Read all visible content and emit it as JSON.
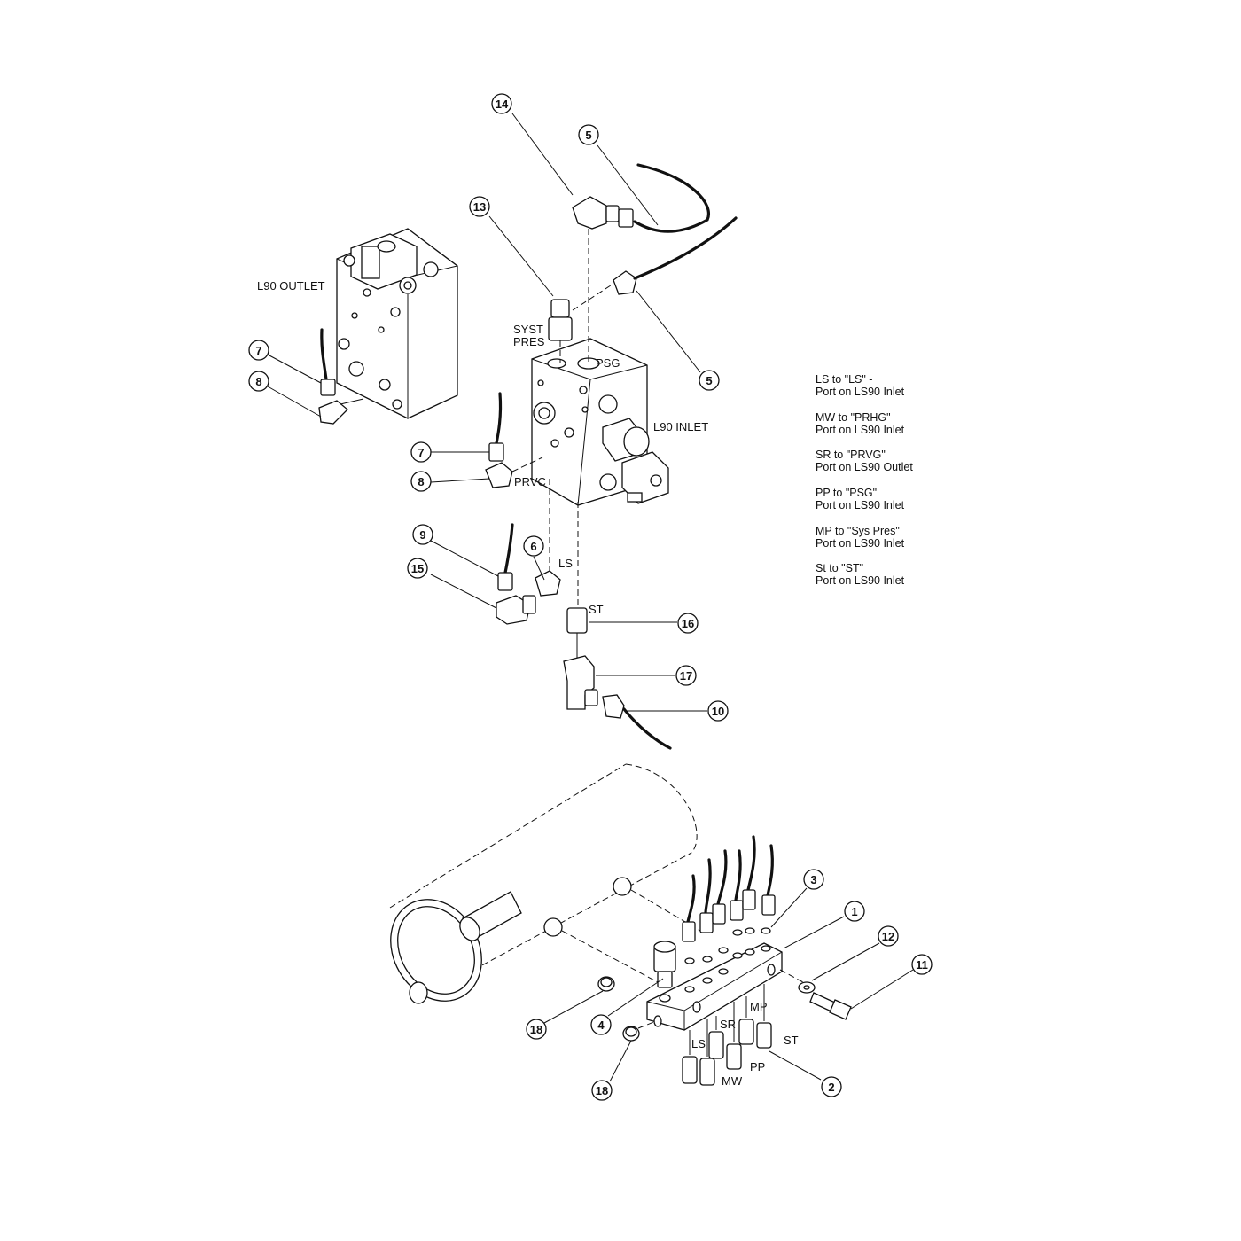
{
  "labels": {
    "l90_outlet": "L90 OUTLET",
    "l90_inlet": "L90 INLET",
    "syst": "SYST",
    "pres": "PRES",
    "psg": "PSG",
    "prvc": "PRVC",
    "ls_upper": "LS",
    "st_upper": "ST",
    "ls_lower": "LS",
    "sr": "SR",
    "mp": "MP",
    "st_lower": "ST",
    "pp": "PP",
    "mw": "MW"
  },
  "callouts": [
    {
      "id": "c14",
      "num": "14"
    },
    {
      "id": "c5a",
      "num": "5"
    },
    {
      "id": "c13",
      "num": "13"
    },
    {
      "id": "c5b",
      "num": "5"
    },
    {
      "id": "c7a",
      "num": "7"
    },
    {
      "id": "c8a",
      "num": "8"
    },
    {
      "id": "c7b",
      "num": "7"
    },
    {
      "id": "c8b",
      "num": "8"
    },
    {
      "id": "c9",
      "num": "9"
    },
    {
      "id": "c6",
      "num": "6"
    },
    {
      "id": "c15",
      "num": "15"
    },
    {
      "id": "c16",
      "num": "16"
    },
    {
      "id": "c17",
      "num": "17"
    },
    {
      "id": "c10",
      "num": "10"
    },
    {
      "id": "c3",
      "num": "3"
    },
    {
      "id": "c1",
      "num": "1"
    },
    {
      "id": "c12",
      "num": "12"
    },
    {
      "id": "c11",
      "num": "11"
    },
    {
      "id": "c18a",
      "num": "18"
    },
    {
      "id": "c4",
      "num": "4"
    },
    {
      "id": "c18b",
      "num": "18"
    },
    {
      "id": "c2",
      "num": "2"
    }
  ],
  "notes": [
    {
      "line1": "LS to \"LS\" -",
      "line2": "Port on LS90 Inlet"
    },
    {
      "line1": "MW to \"PRHG\"",
      "line2": "Port on LS90 Inlet"
    },
    {
      "line1": "SR to \"PRVG\"",
      "line2": "Port on LS90 Outlet"
    },
    {
      "line1": "PP to \"PSG\"",
      "line2": "Port on LS90 Inlet"
    },
    {
      "line1": "MP to \"Sys Pres\"",
      "line2": "Port on LS90 Inlet"
    },
    {
      "line1": "St to \"ST\"",
      "line2": "Port on LS90 Inlet"
    }
  ]
}
